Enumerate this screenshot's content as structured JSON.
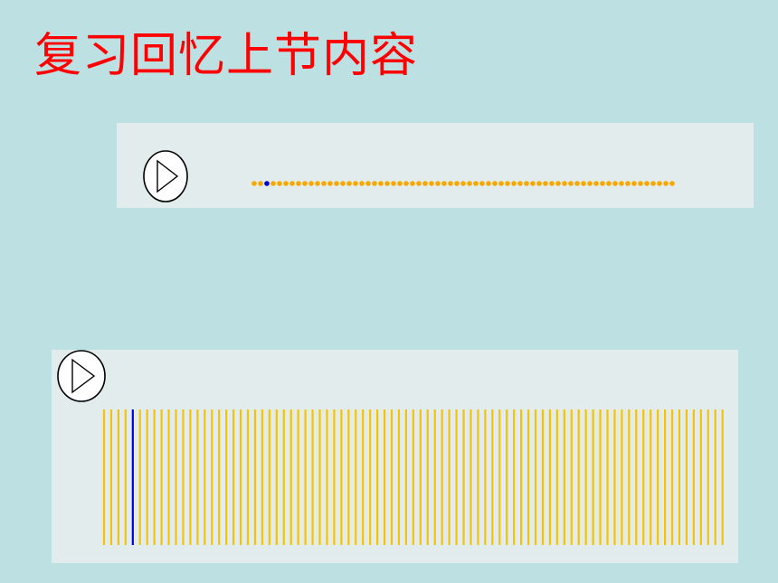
{
  "slide": {
    "title": "复习回忆上节内容",
    "background_color": "#bde0e3",
    "title_color": "#ff0000",
    "panel_color": "#e2ecec"
  },
  "animation_panels": [
    {
      "id": "dots",
      "play_icon": "play-triangle-icon",
      "element_count": 67,
      "highlight_index": 2,
      "element_color": "#f7a800",
      "highlight_color": "#0000cc"
    },
    {
      "id": "lines",
      "play_icon": "play-triangle-icon",
      "element_count": 87,
      "highlight_index": 4,
      "element_color": "#f7c300",
      "highlight_color": "#0000dd"
    }
  ]
}
